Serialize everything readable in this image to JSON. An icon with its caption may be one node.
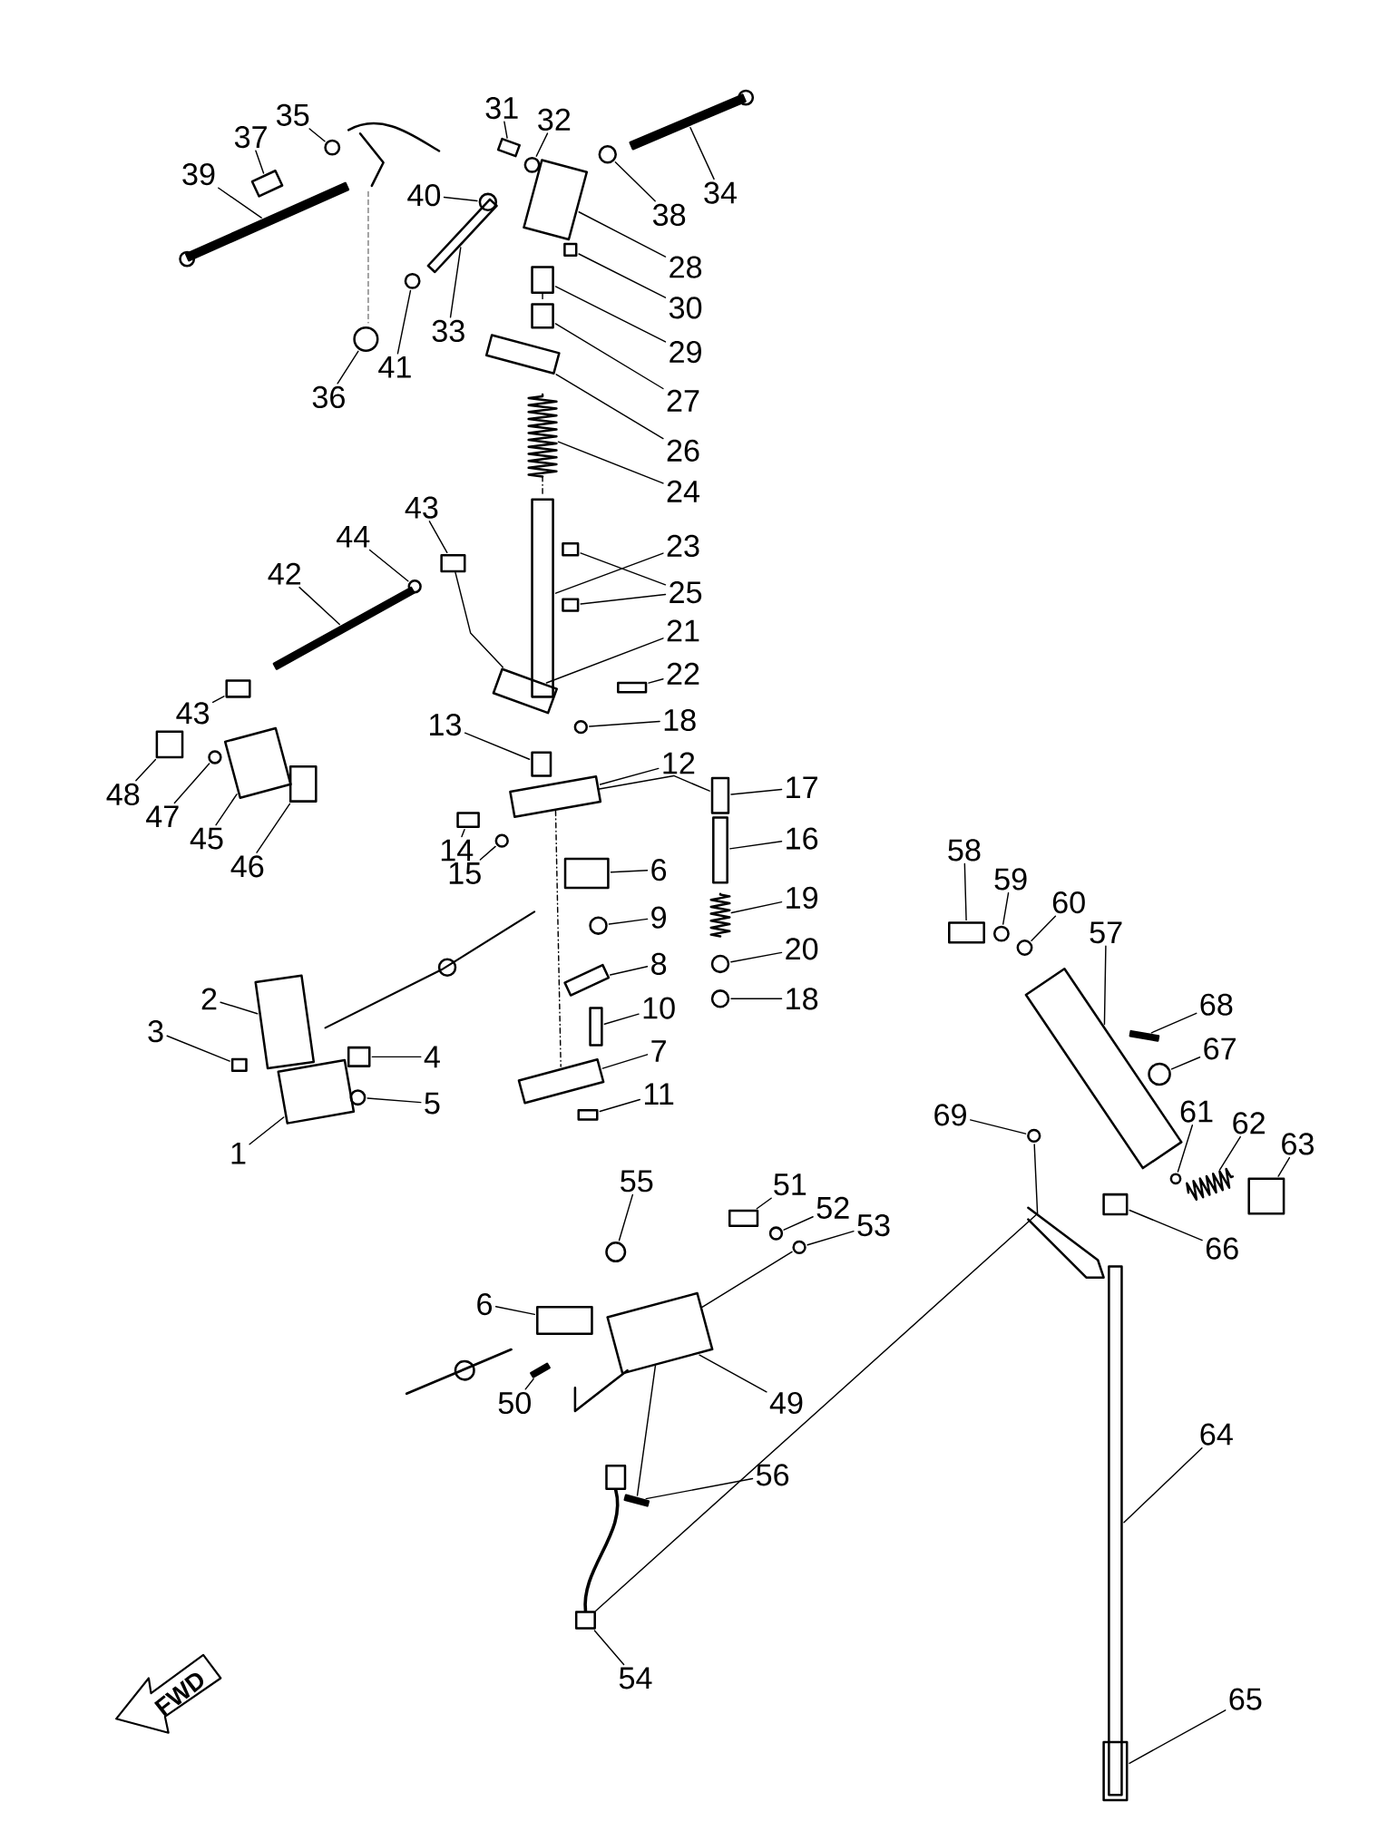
{
  "diagram": {
    "nodes": [
      {
        "text": [
          "31"
        ]
      },
      {
        "text": [
          "32"
        ]
      },
      {
        "text": [
          "35"
        ]
      },
      {
        "text": [
          "37"
        ]
      },
      {
        "text": [
          "39"
        ]
      },
      {
        "text": [
          "34"
        ]
      },
      {
        "text": [
          "38"
        ]
      },
      {
        "text": [
          "40"
        ]
      },
      {
        "text": [
          "28"
        ]
      },
      {
        "text": [
          "30"
        ]
      },
      {
        "text": [
          "29"
        ]
      },
      {
        "text": [
          "27"
        ]
      },
      {
        "text": [
          "26"
        ]
      },
      {
        "text": [
          "24"
        ]
      },
      {
        "text": [
          "23"
        ]
      },
      {
        "text": [
          "25"
        ]
      },
      {
        "text": [
          "21"
        ]
      },
      {
        "text": [
          "22"
        ]
      },
      {
        "text": [
          "18"
        ]
      },
      {
        "text": [
          "12"
        ]
      },
      {
        "text": [
          "13"
        ]
      },
      {
        "text": [
          "17"
        ]
      },
      {
        "text": [
          "16"
        ]
      },
      {
        "text": [
          "19"
        ]
      },
      {
        "text": [
          "20"
        ]
      },
      {
        "text": [
          "18"
        ]
      },
      {
        "text": [
          "14"
        ]
      },
      {
        "text": [
          "15"
        ]
      },
      {
        "text": [
          "43"
        ]
      },
      {
        "text": [
          "44"
        ]
      },
      {
        "text": [
          "42"
        ]
      },
      {
        "text": [
          "43"
        ]
      },
      {
        "text": [
          "48"
        ]
      },
      {
        "text": [
          "47"
        ]
      },
      {
        "text": [
          "45"
        ]
      },
      {
        "text": [
          "46"
        ]
      },
      {
        "text": [
          "6"
        ]
      },
      {
        "text": [
          "9"
        ]
      },
      {
        "text": [
          "8"
        ]
      },
      {
        "text": [
          "10"
        ]
      },
      {
        "text": [
          "7"
        ]
      },
      {
        "text": [
          "11"
        ]
      },
      {
        "text": [
          "2"
        ]
      },
      {
        "text": [
          "3"
        ]
      },
      {
        "text": [
          "4"
        ]
      },
      {
        "text": [
          "5"
        ]
      },
      {
        "text": [
          "1"
        ]
      },
      {
        "text": [
          "58"
        ]
      },
      {
        "text": [
          "59"
        ]
      },
      {
        "text": [
          "60"
        ]
      },
      {
        "text": [
          "57"
        ]
      },
      {
        "text": [
          "68"
        ]
      },
      {
        "text": [
          "67"
        ]
      },
      {
        "text": [
          "61"
        ]
      },
      {
        "text": [
          "62"
        ]
      },
      {
        "text": [
          "63"
        ]
      },
      {
        "text": [
          "69"
        ]
      },
      {
        "text": [
          "66"
        ]
      },
      {
        "text": [
          "55"
        ]
      },
      {
        "text": [
          "51"
        ]
      },
      {
        "text": [
          "52"
        ]
      },
      {
        "text": [
          "53"
        ]
      },
      {
        "text": [
          "6"
        ]
      },
      {
        "text": [
          "49"
        ]
      },
      {
        "text": [
          "50"
        ]
      },
      {
        "text": [
          "56"
        ]
      },
      {
        "text": [
          "54"
        ]
      },
      {
        "text": [
          "64"
        ]
      },
      {
        "text": [
          "65"
        ]
      },
      {
        "text": [
          "33"
        ]
      },
      {
        "text": [
          "36"
        ]
      },
      {
        "text": [
          "41"
        ]
      },
      {
        "text": [],
        "shape": "box"
      },
      {
        "text": [],
        "shape": "circle"
      },
      {
        "text": [],
        "shape": "circle"
      },
      {
        "text": [],
        "shape": "box"
      },
      {
        "text": [],
        "shape": "bar"
      },
      {
        "text": [],
        "shape": "bar"
      },
      {
        "text": [],
        "shape": "circle"
      },
      {
        "text": [],
        "shape": "circle"
      },
      {
        "text": [],
        "shape": "box"
      },
      {
        "text": [],
        "shape": "box"
      },
      {
        "text": [],
        "shape": "box"
      },
      {
        "text": [],
        "shape": "box"
      },
      {
        "text": [],
        "shape": "box"
      },
      {
        "text": [],
        "shape": "spring"
      },
      {
        "text": [],
        "shape": "bar"
      },
      {
        "text": [],
        "shape": "box"
      },
      {
        "text": [],
        "shape": "box"
      },
      {
        "text": [],
        "shape": "box"
      },
      {
        "text": [],
        "shape": "box"
      },
      {
        "text": [],
        "shape": "circle"
      },
      {
        "text": [],
        "shape": "box"
      },
      {
        "text": [],
        "shape": "box"
      },
      {
        "text": [],
        "shape": "box"
      },
      {
        "text": [],
        "shape": "bar"
      },
      {
        "text": [],
        "shape": "spring"
      },
      {
        "text": [],
        "shape": "circle"
      },
      {
        "text": [],
        "shape": "circle"
      },
      {
        "text": [],
        "shape": "box"
      },
      {
        "text": [],
        "shape": "circle"
      },
      {
        "text": [],
        "shape": "box"
      },
      {
        "text": [],
        "shape": "circle"
      },
      {
        "text": [],
        "shape": "bar"
      },
      {
        "text": [],
        "shape": "box"
      },
      {
        "text": [],
        "shape": "box"
      },
      {
        "text": [],
        "shape": "circle"
      },
      {
        "text": [],
        "shape": "box"
      },
      {
        "text": [],
        "shape": "box"
      },
      {
        "text": [],
        "shape": "box"
      },
      {
        "text": [],
        "shape": "circle"
      },
      {
        "text": [],
        "shape": "box"
      },
      {
        "text": [],
        "shape": "box"
      },
      {
        "text": [],
        "shape": "box"
      },
      {
        "text": [],
        "shape": "box"
      },
      {
        "text": [],
        "shape": "box"
      },
      {
        "text": [],
        "shape": "box"
      },
      {
        "text": [],
        "shape": "box"
      },
      {
        "text": [],
        "shape": "circle"
      },
      {
        "text": [],
        "shape": "box"
      },
      {
        "text": [],
        "shape": "box"
      },
      {
        "text": [],
        "shape": "circle"
      },
      {
        "text": [],
        "shape": "circle"
      },
      {
        "text": [],
        "shape": "box"
      },
      {
        "text": [],
        "shape": "bar"
      },
      {
        "text": [],
        "shape": "circle"
      },
      {
        "text": [],
        "shape": "circle"
      },
      {
        "text": [],
        "shape": "spring"
      },
      {
        "text": [],
        "shape": "box"
      },
      {
        "text": [],
        "shape": "circle"
      },
      {
        "text": [],
        "shape": "box"
      },
      {
        "text": [],
        "shape": "circle"
      },
      {
        "text": [],
        "shape": "box"
      },
      {
        "text": [],
        "shape": "circle"
      },
      {
        "text": [],
        "shape": "circle"
      },
      {
        "text": [],
        "shape": "box"
      },
      {
        "text": [],
        "shape": "box"
      },
      {
        "text": [],
        "shape": "bar"
      },
      {
        "text": [],
        "shape": "bar"
      },
      {
        "text": [],
        "shape": "box"
      },
      {
        "text": [],
        "shape": "bar"
      },
      {
        "text": [],
        "shape": "box"
      },
      {
        "text": [],
        "shape": "bar"
      },
      {
        "text": [],
        "shape": "circle"
      },
      {
        "text": [],
        "shape": "circle"
      },
      {
        "text": [
          "FWD"
        ]
      }
    ],
    "edges": [
      {
        "from": 0,
        "to": 72,
        "arrow": "none"
      },
      {
        "from": 1,
        "to": 73,
        "arrow": "none"
      },
      {
        "from": 2,
        "to": 74,
        "arrow": "none"
      },
      {
        "from": 3,
        "to": 75,
        "arrow": "none"
      },
      {
        "from": 4,
        "to": 76,
        "arrow": "none"
      },
      {
        "from": 5,
        "to": 77,
        "arrow": "none"
      },
      {
        "from": 6,
        "to": 78,
        "arrow": "none"
      },
      {
        "from": 7,
        "to": 79,
        "arrow": "none"
      },
      {
        "from": 8,
        "to": 80,
        "arrow": "none"
      },
      {
        "from": 9,
        "to": 81,
        "arrow": "none"
      },
      {
        "from": 10,
        "to": 82,
        "arrow": "none"
      },
      {
        "from": 11,
        "to": 83,
        "arrow": "none"
      },
      {
        "from": 12,
        "to": 84,
        "arrow": "none"
      },
      {
        "from": 13,
        "to": 85,
        "arrow": "none"
      },
      {
        "from": 14,
        "to": 86,
        "arrow": "none"
      },
      {
        "from": 15,
        "to": 87,
        "arrow": "none"
      },
      {
        "from": 15,
        "to": 88,
        "arrow": "none"
      },
      {
        "from": 16,
        "to": 89,
        "arrow": "none"
      },
      {
        "from": 17,
        "to": 90,
        "arrow": "none"
      },
      {
        "from": 18,
        "to": 91,
        "arrow": "none"
      },
      {
        "from": 19,
        "to": 92,
        "arrow": "none"
      },
      {
        "from": 20,
        "to": 93,
        "arrow": "none"
      },
      {
        "from": 21,
        "to": 94,
        "arrow": "none"
      },
      {
        "from": 22,
        "to": 95,
        "arrow": "none"
      },
      {
        "from": 23,
        "to": 96,
        "arrow": "none"
      },
      {
        "from": 24,
        "to": 97,
        "arrow": "none"
      },
      {
        "from": 25,
        "to": 98,
        "arrow": "none"
      },
      {
        "from": 26,
        "to": 99,
        "arrow": "none"
      },
      {
        "from": 27,
        "to": 100,
        "arrow": "none"
      },
      {
        "from": 28,
        "to": 101,
        "arrow": "none"
      },
      {
        "from": 29,
        "to": 102,
        "arrow": "none"
      },
      {
        "from": 30,
        "to": 103,
        "arrow": "none"
      },
      {
        "from": 31,
        "to": 104,
        "arrow": "none"
      },
      {
        "from": 32,
        "to": 105,
        "arrow": "none"
      },
      {
        "from": 33,
        "to": 106,
        "arrow": "none"
      },
      {
        "from": 34,
        "to": 107,
        "arrow": "none"
      },
      {
        "from": 35,
        "to": 108,
        "arrow": "none"
      },
      {
        "from": 36,
        "to": 109,
        "arrow": "none"
      },
      {
        "from": 37,
        "to": 110,
        "arrow": "none"
      },
      {
        "from": 38,
        "to": 111,
        "arrow": "none"
      },
      {
        "from": 39,
        "to": 112,
        "arrow": "none"
      },
      {
        "from": 40,
        "to": 113,
        "arrow": "none"
      },
      {
        "from": 41,
        "to": 114,
        "arrow": "none"
      },
      {
        "from": 42,
        "to": 115,
        "arrow": "none"
      },
      {
        "from": 43,
        "to": 116,
        "arrow": "none"
      },
      {
        "from": 44,
        "to": 117,
        "arrow": "none"
      },
      {
        "from": 45,
        "to": 118,
        "arrow": "none"
      },
      {
        "from": 46,
        "to": 119,
        "arrow": "none"
      },
      {
        "from": 47,
        "to": 120,
        "arrow": "none"
      },
      {
        "from": 48,
        "to": 121,
        "arrow": "none"
      },
      {
        "from": 49,
        "to": 122,
        "arrow": "none"
      },
      {
        "from": 50,
        "to": 123,
        "arrow": "none"
      },
      {
        "from": 51,
        "to": 124,
        "arrow": "none"
      },
      {
        "from": 52,
        "to": 125,
        "arrow": "none"
      },
      {
        "from": 53,
        "to": 126,
        "arrow": "none"
      },
      {
        "from": 54,
        "to": 127,
        "arrow": "none"
      },
      {
        "from": 55,
        "to": 128,
        "arrow": "none"
      },
      {
        "from": 56,
        "to": 129,
        "arrow": "none"
      },
      {
        "from": 57,
        "to": 130,
        "arrow": "none"
      },
      {
        "from": 58,
        "to": 131,
        "arrow": "none"
      },
      {
        "from": 59,
        "to": 132,
        "arrow": "none"
      },
      {
        "from": 60,
        "to": 133,
        "arrow": "none"
      },
      {
        "from": 61,
        "to": 134,
        "arrow": "none"
      },
      {
        "from": 62,
        "to": 135,
        "arrow": "none"
      },
      {
        "from": 63,
        "to": 136,
        "arrow": "none"
      },
      {
        "from": 64,
        "to": 137,
        "arrow": "none"
      },
      {
        "from": 65,
        "to": 138,
        "arrow": "none"
      },
      {
        "from": 66,
        "to": 139,
        "arrow": "none"
      },
      {
        "from": 67,
        "to": 140,
        "arrow": "none"
      },
      {
        "from": 68,
        "to": 141,
        "arrow": "none"
      },
      {
        "from": 69,
        "to": 142,
        "arrow": "none"
      },
      {
        "from": 70,
        "to": 143,
        "arrow": "none"
      },
      {
        "from": 71,
        "to": 144,
        "arrow": "none"
      },
      {
        "from": 139,
        "to": 129,
        "arrow": "none"
      },
      {
        "from": 92,
        "to": 113,
        "arrow": "none",
        "style": "dashed"
      },
      {
        "from": 101,
        "to": 89,
        "arrow": "none"
      },
      {
        "from": 92,
        "to": 94,
        "arrow": "none"
      },
      {
        "from": 136,
        "to": 138,
        "arrow": "none"
      },
      {
        "from": 85,
        "to": 86,
        "arrow": "none",
        "style": "dashed"
      },
      {
        "from": 82,
        "to": 83,
        "arrow": "none",
        "style": "dashed"
      },
      {
        "from": 136,
        "to": 134,
        "arrow": "none"
      }
    ]
  }
}
